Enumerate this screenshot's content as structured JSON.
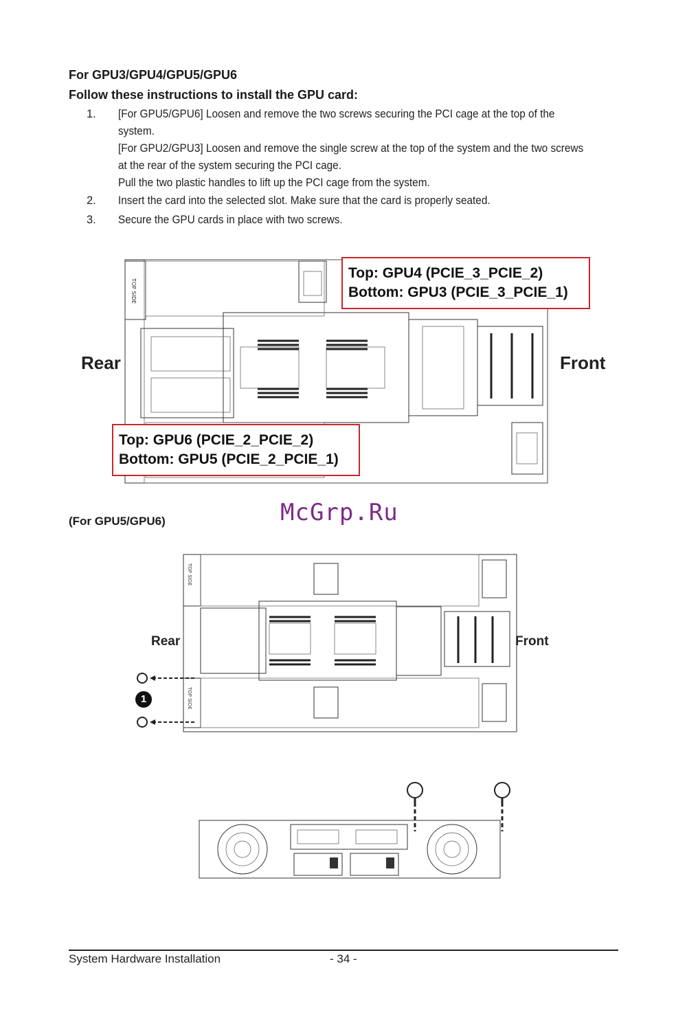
{
  "header": {
    "title": "For GPU3/GPU4/GPU5/GPU6",
    "subtitle": "Follow these instructions to install the GPU card:"
  },
  "steps": [
    {
      "num": "1.",
      "lines": [
        "[For GPU5/GPU6] Loosen and remove the two screws securing the PCI cage at the top of the",
        "system.",
        "[For GPU2/GPU3] Loosen and remove the single screw at the top of the system and the two screws",
        "at the rear of the system securing the PCI cage.",
        "Pull the two plastic handles to lift up the PCI cage from the system."
      ]
    },
    {
      "num": "2.",
      "lines": [
        "Insert the card into the selected slot. Make sure that the card is properly seated."
      ]
    },
    {
      "num": "3.",
      "lines": [
        "Secure the GPU cards in place with two screws."
      ]
    }
  ],
  "diagram1": {
    "callout_top": {
      "line1": "Top: GPU4 (PCIE_3_PCIE_2)",
      "line2": "Bottom: GPU3 (PCIE_3_PCIE_1)"
    },
    "callout_bottom": {
      "line1": "Top: GPU6 (PCIE_2_PCIE_2)",
      "line2": "Bottom: GPU5 (PCIE_2_PCIE_1)"
    },
    "rear_label": "Rear",
    "front_label": "Front",
    "top_side_label": "TOP SIDE"
  },
  "watermark": "McGrp.Ru",
  "section2": {
    "heading": "(For GPU5/GPU6)",
    "rear_label": "Rear",
    "front_label": "Front",
    "step_marker": "1",
    "top_side_label": "TOP SIDE"
  },
  "footer": {
    "left": "System Hardware Installation",
    "page": "- 34 -"
  },
  "colors": {
    "callout_border": "#c8262b",
    "watermark": "#7e2a8a"
  }
}
